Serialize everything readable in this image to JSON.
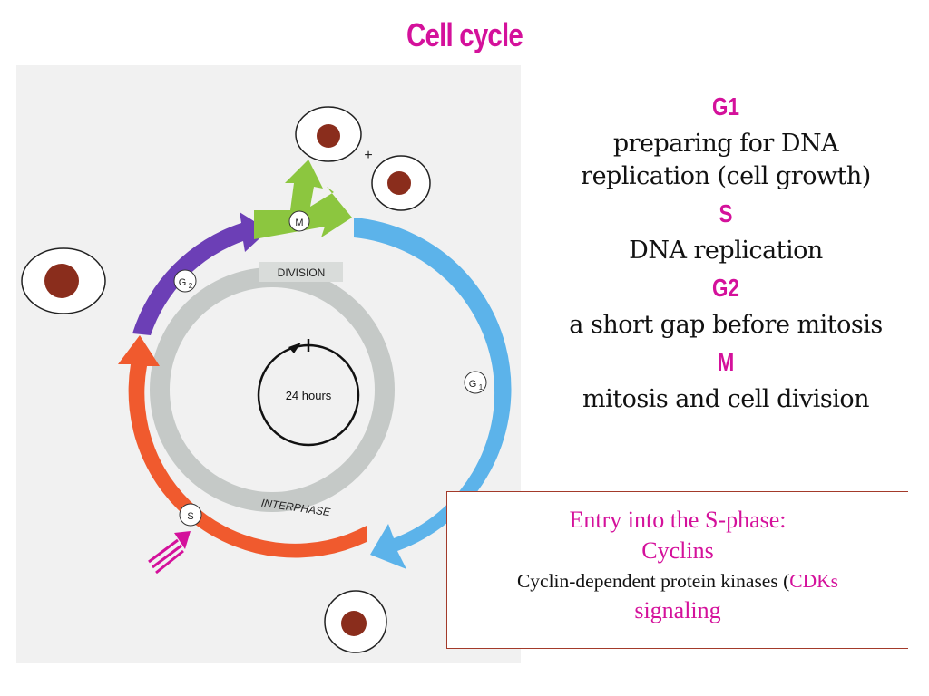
{
  "slide": {
    "title": "Cell cycle"
  },
  "diagram": {
    "center_label": "24 hours",
    "ring_top_label": "DIVISION",
    "ring_bottom_label": "INTERPHASE",
    "phases": {
      "m": "M",
      "g1": "G",
      "g1_sub": "1",
      "g2": "G",
      "g2_sub": "2",
      "s": "S"
    },
    "plus_sign": "+",
    "colors": {
      "g1": "#5cb3ea",
      "s": "#f05a2e",
      "g2": "#6c3fb6",
      "m": "#8cc63f",
      "ring": "#c5c9c7",
      "cell_nucleus": "#8a2d1c",
      "pointer": "#d4119b"
    }
  },
  "notes": {
    "g1_head": "G1",
    "g1_desc_line1": "preparing for DNA",
    "g1_desc_line2": "replication (cell growth)",
    "s_head": "S",
    "s_desc": "DNA replication",
    "g2_head": "G2",
    "g2_desc": "a short gap before mitosis",
    "m_head": "M",
    "m_desc": "mitosis and cell division"
  },
  "entry": {
    "title": "Entry into the S-phase:",
    "cyclins": "Cyclins",
    "cdk_prefix": "Cyclin-dependent protein kinases (",
    "cdk_highlight": "CDK",
    "cdk_cut": "s",
    "signaling": "signaling"
  }
}
